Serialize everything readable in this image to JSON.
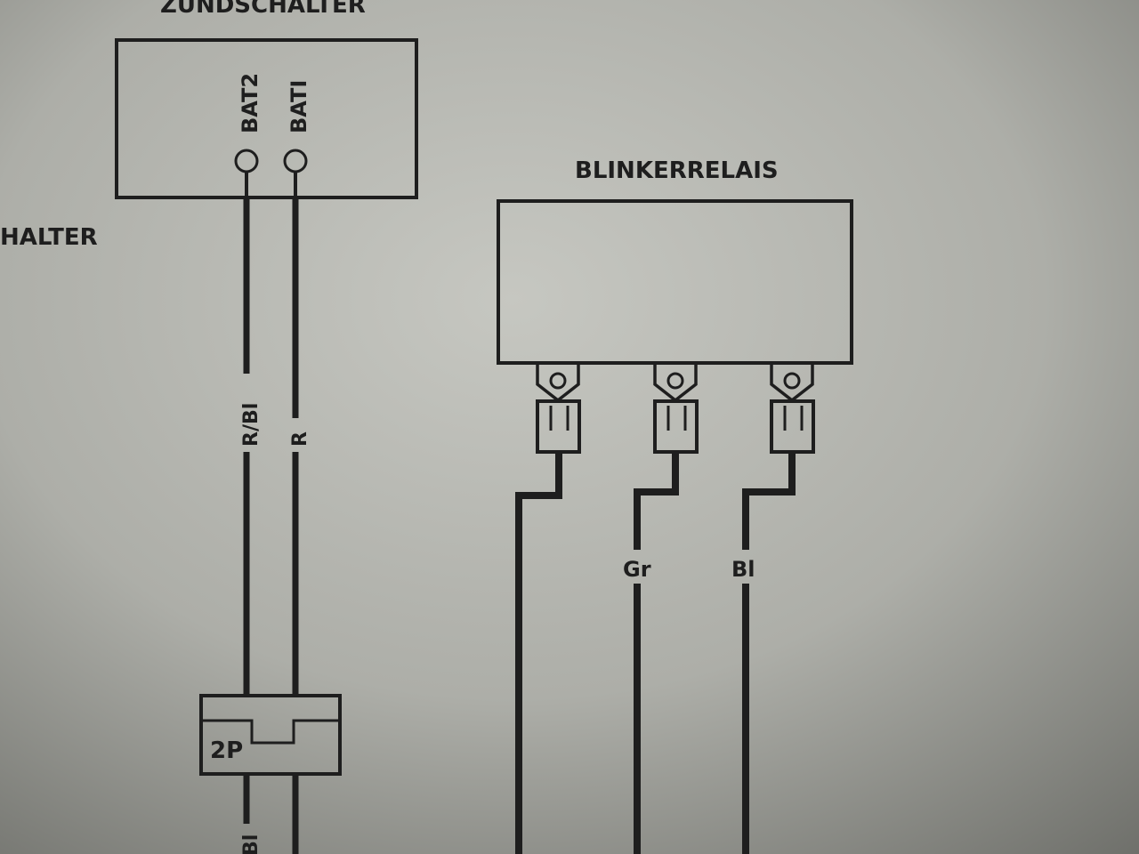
{
  "ignition_switch": {
    "title": "ZUNDSCHALTER",
    "terminals": [
      {
        "label": "BAT2",
        "wire_color": "R/Bl"
      },
      {
        "label": "BATI",
        "wire_color": "R"
      }
    ]
  },
  "side_label": "HALTER",
  "flasher_relay": {
    "title": "BLINKERRELAIS",
    "wires": [
      {
        "wire_color": ""
      },
      {
        "wire_color": "Gr"
      },
      {
        "wire_color": "Bl"
      }
    ]
  },
  "connector": {
    "label": "2P",
    "lower_wire_color": "Bl"
  },
  "colors": {
    "ink": "#1e1e1e",
    "paper": "#b9bab4"
  }
}
